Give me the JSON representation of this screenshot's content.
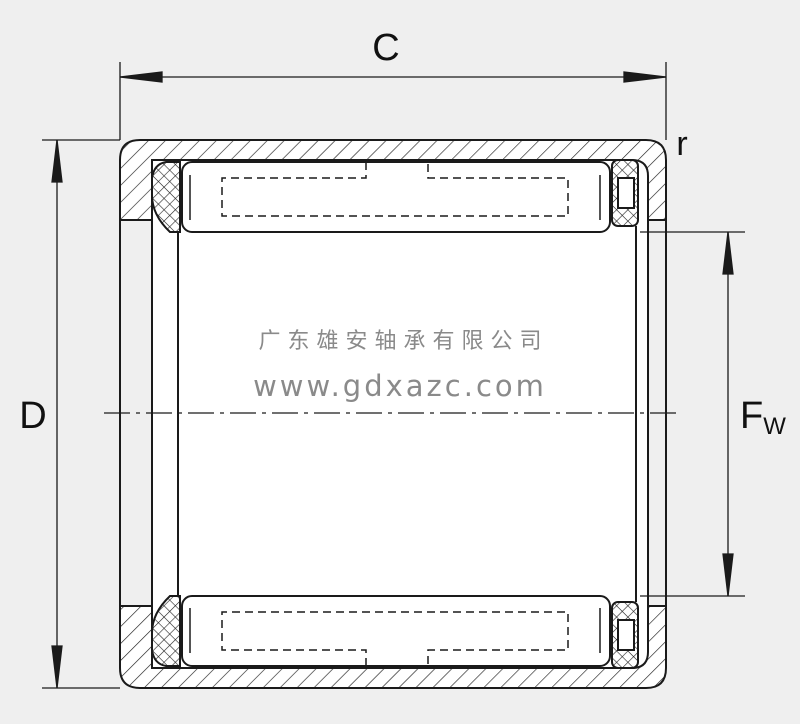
{
  "labels": {
    "C": "C",
    "D": "D",
    "F": "F",
    "w": "W",
    "r": "r"
  },
  "watermark": {
    "company": "广 东 雄 安 轴 承 有 限 公 司",
    "url": "www.gdxazc.com"
  },
  "colors": {
    "line": "#1a1a1a",
    "background": "#efefef",
    "fill": "#ffffff",
    "watermark": "#8a8a8a"
  }
}
